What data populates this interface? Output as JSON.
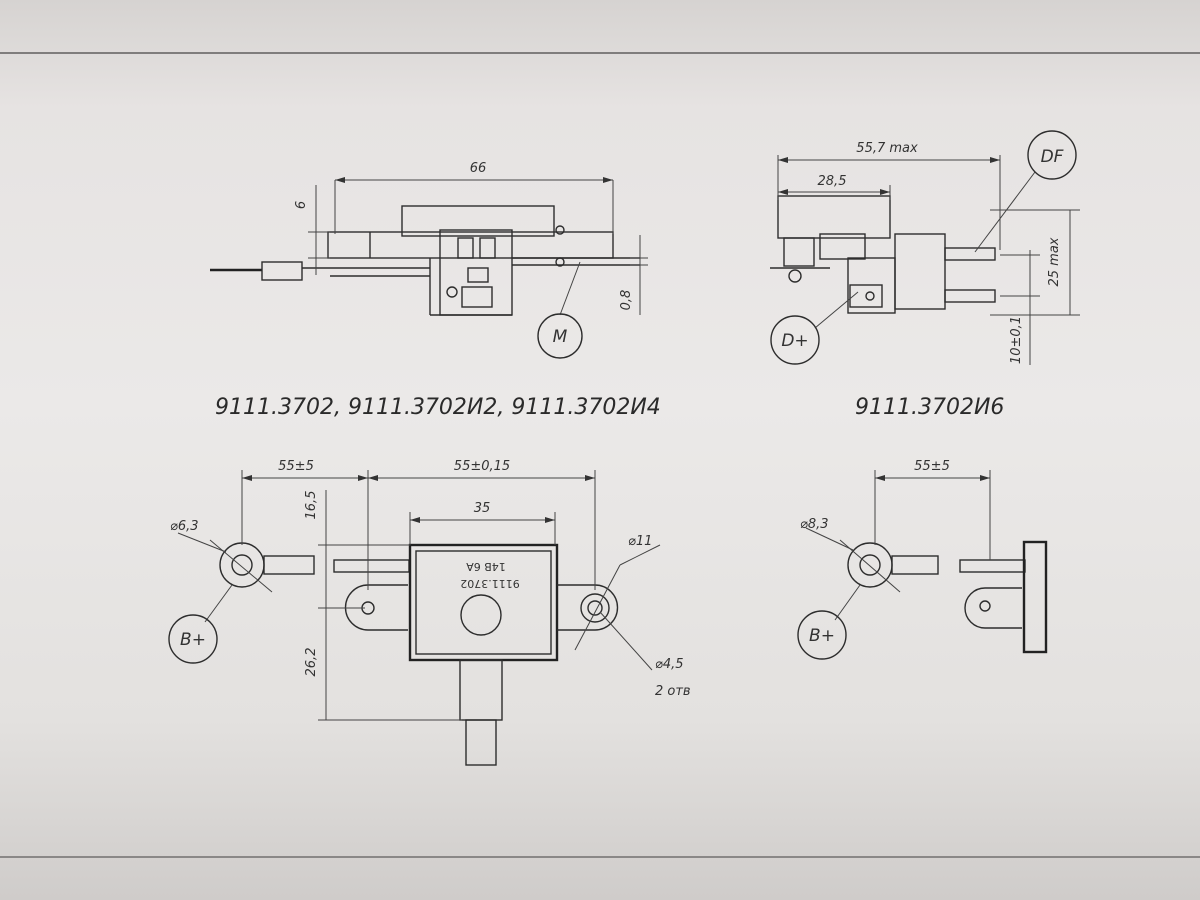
{
  "captions": {
    "left": "9111.3702,  9111.3702И2,  9111.3702И4",
    "right": "9111.3702И6"
  },
  "top_left": {
    "dim_width": "66",
    "dim_height": "6",
    "dim_thickness": "0,8",
    "callout": "M"
  },
  "top_right": {
    "dim_overall": "55,7 max",
    "dim_partial": "28,5",
    "dim_height": "25 max",
    "dim_offset": "10±0,1",
    "callout_df": "DF",
    "callout_d": "D+"
  },
  "bottom_left": {
    "dim_left": "55±5",
    "dim_right": "55±0,15",
    "dim_inner": "35",
    "dim_top": "16,5",
    "dim_bottom": "26,2",
    "dia_left": "⌀6,3",
    "dia_right": "⌀11",
    "dia_hole": "⌀4,5",
    "hole_count": "2 отв",
    "callout": "B+",
    "label_line1": "9111.3702",
    "label_line2": "14В    6А"
  },
  "bottom_right": {
    "dim": "55±5",
    "dia": "⌀8,3",
    "callout": "B+"
  }
}
